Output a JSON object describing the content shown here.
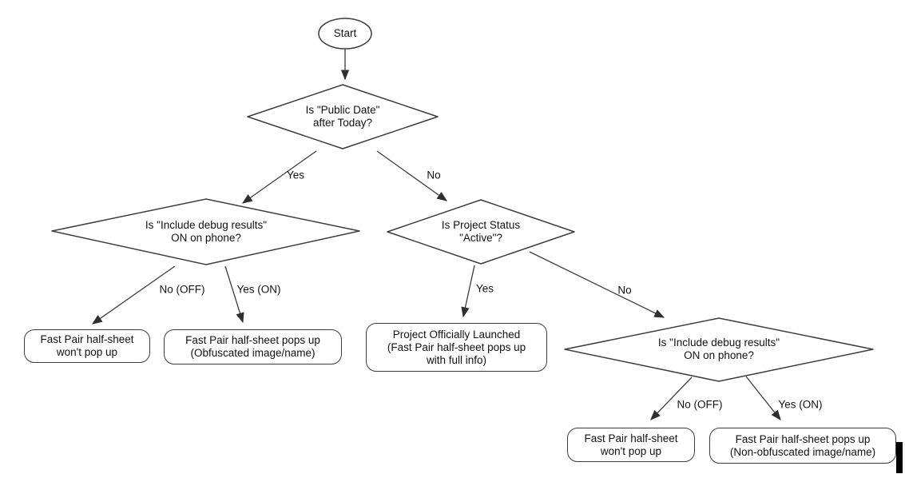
{
  "title": "Fast Pair half-sheet decision flowchart",
  "colors": {
    "background": "#ffffff",
    "shape_stroke": "#3d3d3d",
    "arrow_fill": "#2f2f2f",
    "text": "#111111",
    "caret": "#000000"
  },
  "nodes": {
    "start": {
      "type": "start-ellipse",
      "lines": [
        "Start"
      ]
    },
    "public_date": {
      "type": "decision",
      "lines": [
        "Is \"Public Date\"",
        "after Today?"
      ]
    },
    "debug_left": {
      "type": "decision",
      "lines": [
        "Is \"Include debug results\"",
        "ON on phone?"
      ]
    },
    "project_status": {
      "type": "decision",
      "lines": [
        "Is Project Status",
        "\"Active\"?"
      ]
    },
    "debug_right": {
      "type": "decision",
      "lines": [
        "Is \"Include debug results\"",
        "ON on phone?"
      ]
    },
    "no_popup_left": {
      "type": "terminal",
      "lines": [
        "Fast Pair half-sheet",
        "won't pop up"
      ]
    },
    "obfuscated": {
      "type": "terminal",
      "lines": [
        "Fast Pair half-sheet pops up",
        "(Obfuscated image/name)"
      ]
    },
    "launched": {
      "type": "terminal",
      "lines": [
        "Project Officially Launched",
        "(Fast Pair half-sheet pops up",
        "with full info)"
      ]
    },
    "no_popup_right": {
      "type": "terminal",
      "lines": [
        "Fast Pair half-sheet",
        "won't pop up"
      ]
    },
    "non_obfuscated": {
      "type": "terminal",
      "lines": [
        "Fast Pair half-sheet pops up",
        "(Non-obfuscated image/name)"
      ]
    }
  },
  "edge_labels": {
    "public_date_yes": "Yes",
    "public_date_no": "No",
    "debug_left_no": "No (OFF)",
    "debug_left_yes": "Yes (ON)",
    "status_yes": "Yes",
    "status_no": "No",
    "debug_right_no": "No (OFF)",
    "debug_right_yes": "Yes (ON)"
  }
}
